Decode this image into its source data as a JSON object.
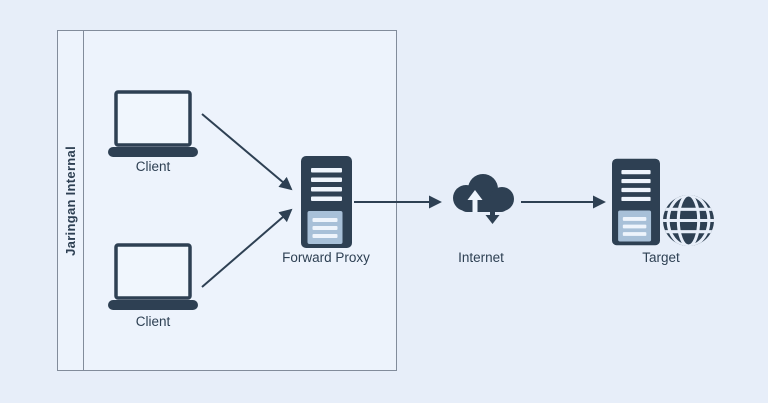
{
  "diagram": {
    "internal_network_label": "Jaringan Internal",
    "nodes": [
      {
        "id": "client1",
        "label": "Client",
        "icon": "laptop-icon"
      },
      {
        "id": "client2",
        "label": "Client",
        "icon": "laptop-icon"
      },
      {
        "id": "forward-proxy",
        "label": "Forward Proxy",
        "icon": "server-icon"
      },
      {
        "id": "internet",
        "label": "Internet",
        "icon": "cloud-up-down-icon"
      },
      {
        "id": "target",
        "label": "Target",
        "icon": "server-globe-icon"
      }
    ],
    "edges": [
      {
        "from": "client1",
        "to": "forward-proxy"
      },
      {
        "from": "client2",
        "to": "forward-proxy"
      },
      {
        "from": "forward-proxy",
        "to": "internet"
      },
      {
        "from": "internet",
        "to": "target"
      }
    ]
  },
  "colors": {
    "page_background": "#e7eef9",
    "box_fill": "#edf3fc",
    "box_border": "#828c9b",
    "dark_navy": "#2e4053",
    "server_panel_light": "#a8c0d8",
    "icon_bar_light": "#eef4fc",
    "laptop_screen_fill": "#f0f6fd"
  }
}
